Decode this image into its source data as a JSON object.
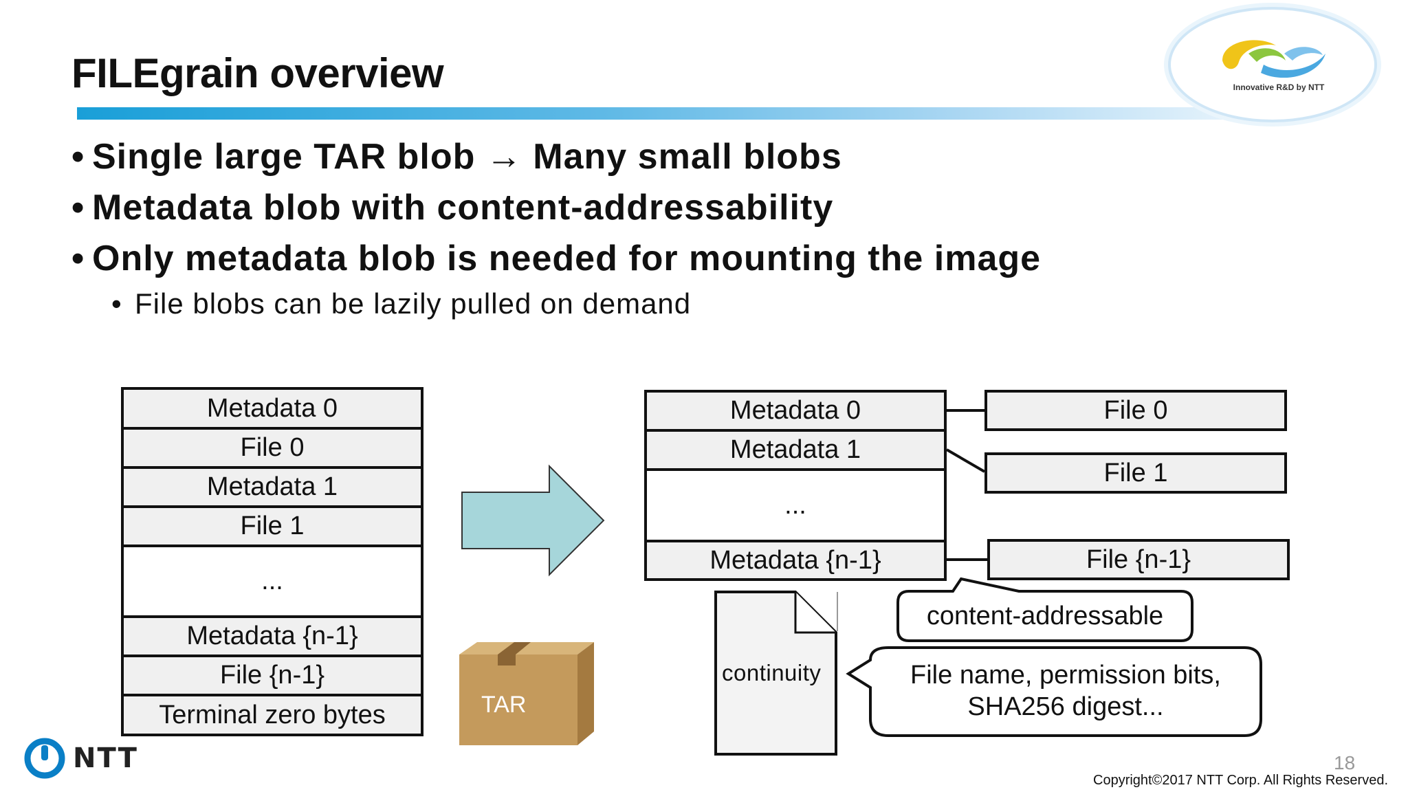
{
  "slide": {
    "title": "FILEgrain overview",
    "bullets": [
      "Single large TAR blob → Many small blobs",
      "Metadata blob with content-addressability",
      "Only metadata blob is needed for mounting the image"
    ],
    "sub_bullets": [
      "File blobs can be lazily pulled on demand"
    ],
    "page_number": "18",
    "copyright": "Copyright©2017  NTT Corp. All Rights Reserved."
  },
  "logo": {
    "caption": "Innovative R&D by NTT"
  },
  "brand": {
    "name": "NTT",
    "accent_color": "#0a7fc6"
  },
  "tar_stack": {
    "cells": [
      "Metadata 0",
      "File 0",
      "Metadata 1",
      "File 1",
      "...",
      "Metadata {n-1}",
      "File {n-1}",
      "Terminal zero bytes"
    ]
  },
  "tar_box": {
    "label": "TAR"
  },
  "meta_stack": {
    "cells": [
      "Metadata 0",
      "Metadata 1",
      "...",
      "Metadata {n-1}"
    ]
  },
  "file_blobs": [
    "File 0",
    "File 1",
    "File {n-1}"
  ],
  "callouts": {
    "content_addressable": "content-addressable",
    "continuity": "continuity",
    "metadata_info_line1": "File name, permission bits,",
    "metadata_info_line2": "SHA256 digest..."
  },
  "colors": {
    "arrow_fill": "#a6d6da",
    "cell_fill": "#f0f0f0",
    "title_bar_start": "#1a9fd8",
    "tar_box": "#c49a5c"
  }
}
